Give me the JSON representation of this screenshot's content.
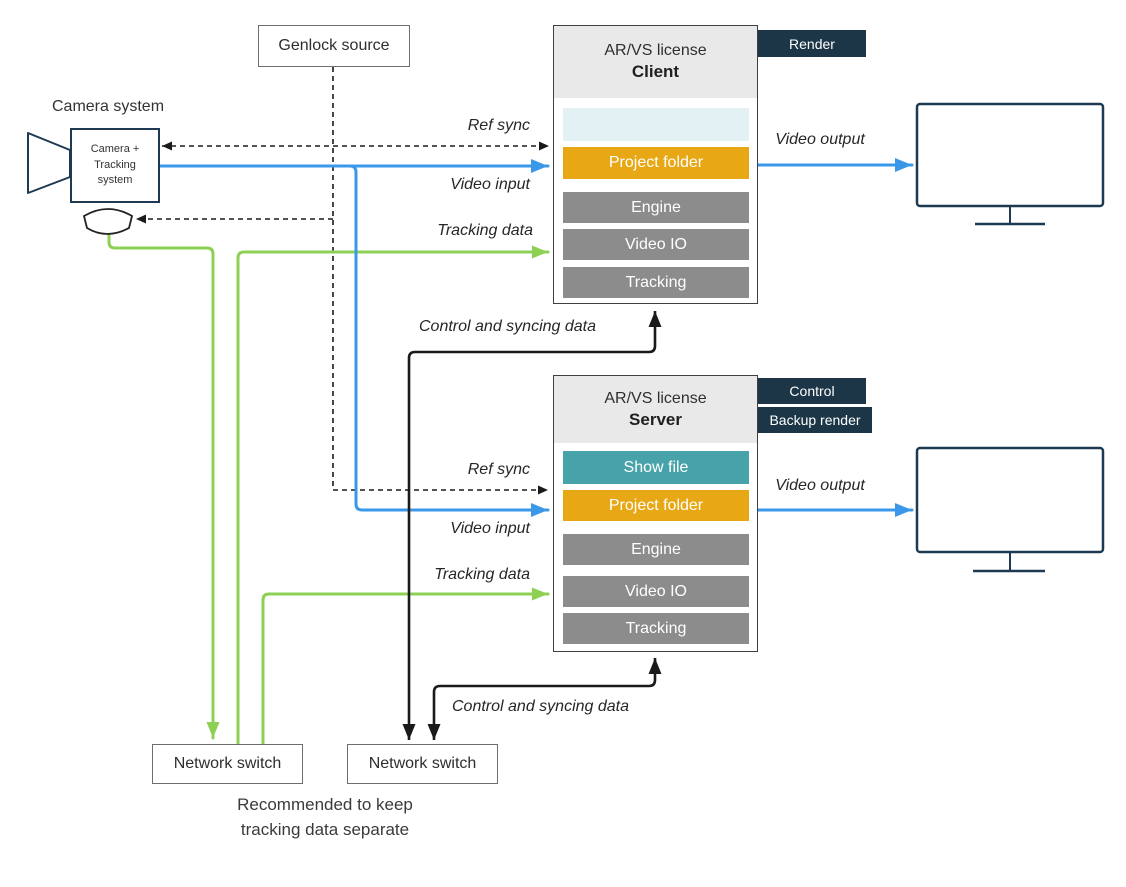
{
  "camera": {
    "label": "Camera system",
    "inner_lines": [
      "Camera +",
      "Tracking",
      "system"
    ]
  },
  "genlock": {
    "label": "Genlock source"
  },
  "client": {
    "title": "AR/VS license",
    "subtitle": "Client",
    "rows": {
      "empty": "",
      "project_folder": "Project folder",
      "engine": "Engine",
      "video_io": "Video IO",
      "tracking": "Tracking"
    },
    "badges": [
      "Render"
    ]
  },
  "server": {
    "title": "AR/VS license",
    "subtitle": "Server",
    "rows": {
      "show_file": "Show file",
      "project_folder": "Project folder",
      "engine": "Engine",
      "video_io": "Video IO",
      "tracking": "Tracking"
    },
    "badges": [
      "Control",
      "Backup render"
    ]
  },
  "switches": {
    "left": "Network switch",
    "right": "Network switch"
  },
  "caption": [
    "Recommended to keep",
    "tracking data separate"
  ],
  "flow_labels": {
    "ref_sync_client": "Ref sync",
    "video_input_client": "Video input",
    "tracking_data_client": "Tracking data",
    "control_sync_client": "Control and syncing data",
    "video_output_client": "Video output",
    "ref_sync_server": "Ref sync",
    "video_input_server": "Video input",
    "tracking_data_server": "Tracking data",
    "control_sync_server": "Control and syncing data",
    "video_output_server": "Video output"
  },
  "colors": {
    "video_line_blue": "#3b98e8",
    "tracking_line_green": "#8ed054",
    "control_line_black": "#1a1a1a",
    "badge_navy": "#1c3648",
    "show_file_teal": "#47a3a9",
    "project_folder_orange": "#e8a714",
    "module_gray": "#8c8c8c",
    "header_gray": "#e9e9e9",
    "empty_row_blue": "#e3f0f4"
  }
}
